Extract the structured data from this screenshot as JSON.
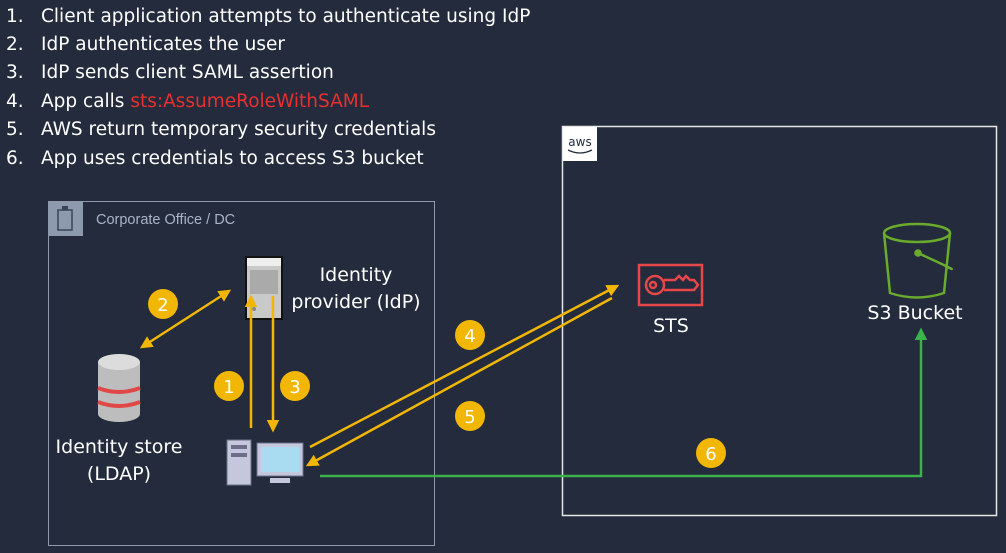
{
  "steps": [
    {
      "num": "1.",
      "text": "Client application attempts to authenticate using IdP"
    },
    {
      "num": "2.",
      "text": "IdP authenticates the user"
    },
    {
      "num": "3.",
      "text": "IdP sends client SAML assertion"
    },
    {
      "num": "4.",
      "text": "App calls ",
      "highlight": "sts:AssumeRoleWithSAML"
    },
    {
      "num": "5.",
      "text": "AWS return temporary security credentials"
    },
    {
      "num": "6.",
      "text": "App uses credentials to access S3 bucket"
    }
  ],
  "corporate": {
    "title": "Corporate Office / DC",
    "idp_line1": "Identity",
    "idp_line2": "provider (IdP)",
    "store_line1": "Identity store",
    "store_line2": "(LDAP)"
  },
  "aws": {
    "logo": "aws",
    "sts": "STS",
    "s3": "S3 Bucket"
  },
  "badges": [
    "1",
    "2",
    "3",
    "4",
    "5",
    "6"
  ],
  "colors": {
    "background": "#232b3c",
    "arrow": "#f2b705",
    "green": "#3bb34a",
    "highlight": "#e8302f",
    "sts": "#e8474a",
    "s3": "#6aaa2c"
  }
}
